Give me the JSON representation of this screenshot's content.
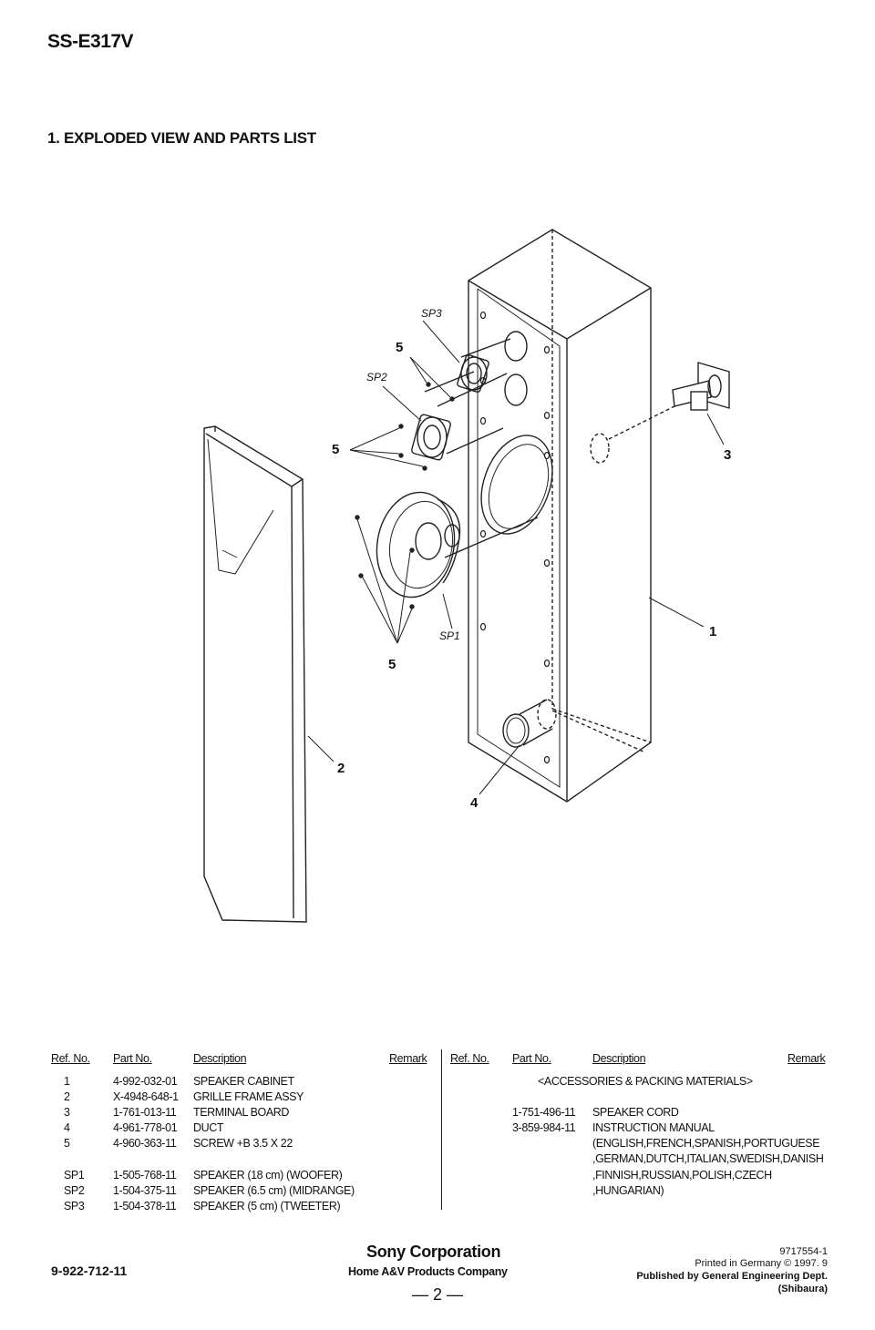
{
  "header": {
    "model": "SS-E317V",
    "section_title": "1.   EXPLODED VIEW AND PARTS LIST"
  },
  "figure": {
    "labels": {
      "sp3": "SP3",
      "sp2": "SP2",
      "sp1": "SP1",
      "n5a": "5",
      "n5b": "5",
      "n5c": "5",
      "n3": "3",
      "n1": "1",
      "n2": "2",
      "n4": "4"
    }
  },
  "parts_table": {
    "headers": {
      "ref_no": "Ref. No.",
      "part_no": "Part No.",
      "description": "Description",
      "remark": "Remark"
    },
    "left_rows": [
      {
        "ref": "1",
        "part": "4-992-032-01",
        "desc": "SPEAKER CABINET"
      },
      {
        "ref": "2",
        "part": "X-4948-648-1",
        "desc": "GRILLE FRAME ASSY"
      },
      {
        "ref": "3",
        "part": "1-761-013-11",
        "desc": "TERMINAL BOARD"
      },
      {
        "ref": "4",
        "part": "4-961-778-01",
        "desc": "DUCT"
      },
      {
        "ref": "5",
        "part": "4-960-363-11",
        "desc": "SCREW +B 3.5 X 22"
      },
      {
        "ref": "SP1",
        "part": "1-505-768-11",
        "desc": "SPEAKER (18 cm) (WOOFER)"
      },
      {
        "ref": "SP2",
        "part": "1-504-375-11",
        "desc": "SPEAKER (6.5 cm) (MIDRANGE)"
      },
      {
        "ref": "SP3",
        "part": "1-504-378-11",
        "desc": "SPEAKER (5 cm) (TWEETER)"
      }
    ],
    "accessories_heading": "<ACCESSORIES & PACKING MATERIALS>",
    "right_rows": [
      {
        "part": "1-751-496-11",
        "desc": "SPEAKER CORD"
      },
      {
        "part": "3-859-984-11",
        "desc": "INSTRUCTION MANUAL"
      },
      {
        "part": "",
        "desc": "(ENGLISH,FRENCH,SPANISH,PORTUGUESE"
      },
      {
        "part": "",
        "desc": ",GERMAN,DUTCH,ITALIAN,SWEDISH,DANISH"
      },
      {
        "part": "",
        "desc": ",FINNISH,RUSSIAN,POLISH,CZECH"
      },
      {
        "part": "",
        "desc": ",HUNGARIAN)"
      }
    ]
  },
  "footer": {
    "doc_number": "9-922-712-11",
    "corporation": "Sony Corporation",
    "company": "Home A&V Products Company",
    "page": "— 2 —",
    "code": "9717554-1",
    "printed": "Printed in Germany  © 1997. 9",
    "published": "Published by General Engineering Dept.",
    "dept": "(Shibaura)"
  }
}
